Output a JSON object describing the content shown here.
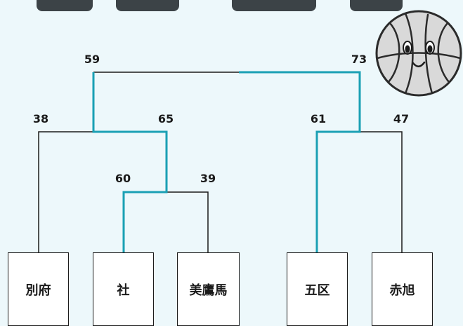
{
  "colors": {
    "background": "#edf8fb",
    "line": "#1b1b1b",
    "winner_line": "#1aa0b4",
    "box": "#ffffff",
    "ball": "#d9d9d9"
  },
  "teams": [
    "別府",
    "社",
    "美鷹馬",
    "五区",
    "赤旭"
  ],
  "scores": {
    "left_final": "59",
    "right_final": "73",
    "beppu_r2": "38",
    "sf_winner": "65",
    "yashiro_r1": "60",
    "bitakauma_r1": "39",
    "goku_r2": "61",
    "akiasahi_r2": "47"
  },
  "winner_path": [
    "社",
    "五区"
  ],
  "mascot_icon": "basketball-face-icon"
}
